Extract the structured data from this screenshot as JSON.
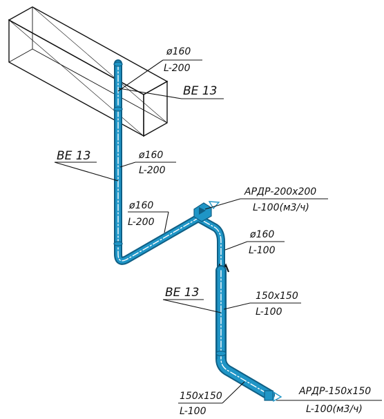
{
  "colors": {
    "duct": "#1f95c6",
    "duct_dark": "#0f5f85",
    "line": "#111111"
  },
  "labels": {
    "top_riser": {
      "size": "ø160",
      "flow": "L-200"
    },
    "system_top": "BE 13",
    "system_left": "BE 13",
    "mid_riser": {
      "size": "ø160",
      "flow": "L-200"
    },
    "diagonal": {
      "size": "ø160",
      "flow": "L-200"
    },
    "valve_top": {
      "name": "АРДР-200х200",
      "flow": "L-100(м3/ч)"
    },
    "bend_160": {
      "size": "ø160",
      "flow": "L-100"
    },
    "system_lower": "BE 13",
    "rect_riser": {
      "size": "150х150",
      "flow": "L-100"
    },
    "rect_bottom": {
      "size": "150х150",
      "flow": "L-100"
    },
    "valve_bottom": {
      "name": "АРДР-150х150",
      "flow": "L-100(м3/ч)"
    }
  }
}
